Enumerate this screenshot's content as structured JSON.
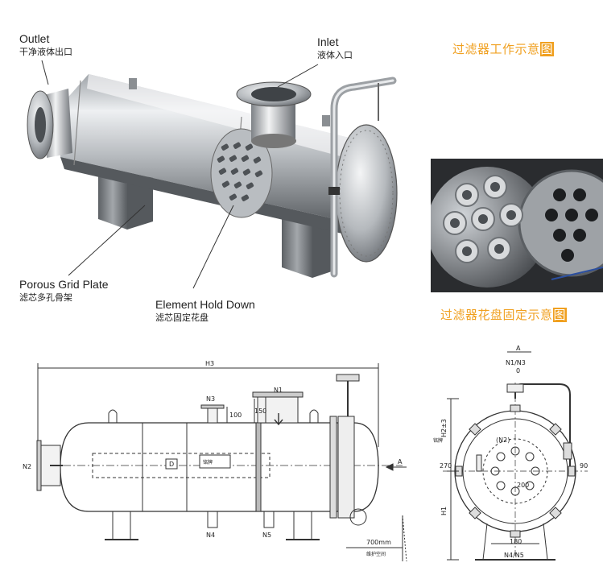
{
  "labels": {
    "outlet_en": "Outlet",
    "outlet_zh": "干净液体出口",
    "inlet_en": "Inlet",
    "inlet_zh": "液体入口",
    "grid_en": "Porous Grid Plate",
    "grid_zh": "滤芯多孔骨架",
    "hold_en": "Element Hold Down",
    "hold_zh": "滤芯固定花盘"
  },
  "titles": {
    "work_main": "过滤器工作示意",
    "work_hl": "图",
    "fix_main": "过滤器花盘固定示意",
    "fix_hl": "图"
  },
  "drawing_side": {
    "h3": "H3",
    "n1": "N1",
    "n2": "N2",
    "n3": "N3",
    "n4": "N4",
    "n5": "N5",
    "d100": "100",
    "d150": "150",
    "a": "A",
    "d": "D",
    "clearance": "700mm",
    "clearance_note": "维护空间",
    "plate": "铭牌"
  },
  "drawing_end": {
    "a": "A",
    "n1n3": "N1/N3",
    "zero": "0",
    "n2": "(N2)",
    "d270": "270",
    "d90": "90",
    "d180": "180",
    "d200": "200",
    "n4n5": "N4/N5",
    "h1": "H1",
    "h2": "H2±3",
    "plate": "铭牌"
  },
  "colors": {
    "accent": "#f0a020",
    "metal_light": "#e6e8ea",
    "metal_dark": "#6f7378",
    "line": "#333333"
  }
}
